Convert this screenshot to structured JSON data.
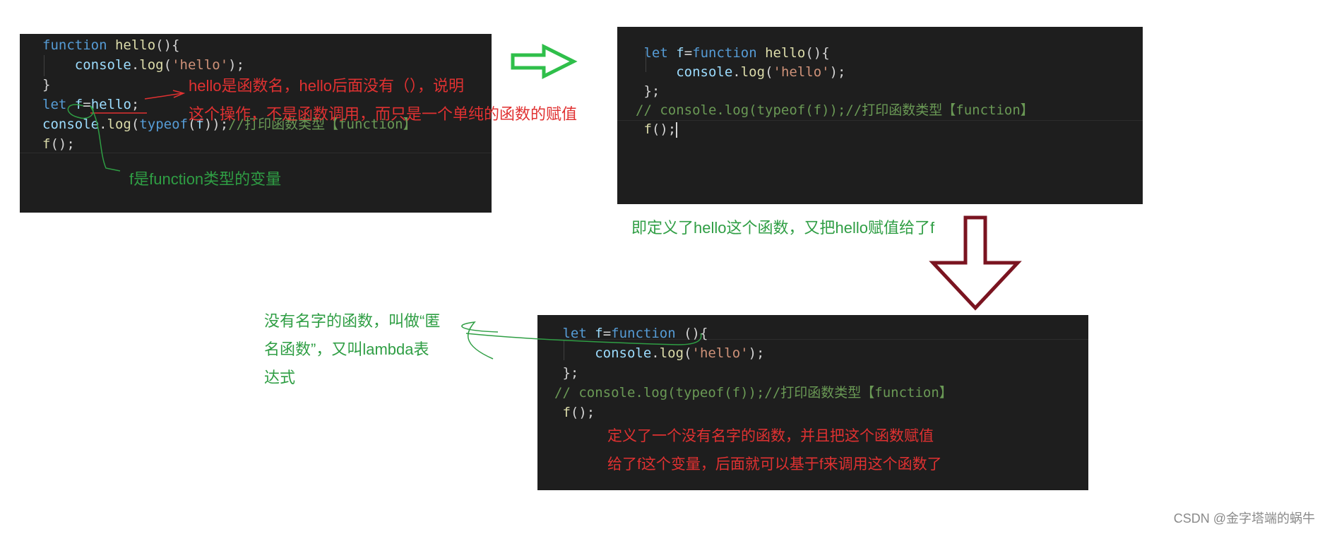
{
  "panel1": {
    "lines": [
      [
        {
          "c": "kw",
          "t": "function"
        },
        {
          "c": "",
          "t": " "
        },
        {
          "c": "fn",
          "t": "hello"
        },
        {
          "c": "",
          "t": "(){"
        }
      ],
      [
        {
          "c": "",
          "t": "    "
        },
        {
          "c": "var",
          "t": "console"
        },
        {
          "c": "",
          "t": "."
        },
        {
          "c": "fn",
          "t": "log"
        },
        {
          "c": "",
          "t": "("
        },
        {
          "c": "str",
          "t": "'hello'"
        },
        {
          "c": "",
          "t": ");"
        }
      ],
      [
        {
          "c": "",
          "t": "}"
        }
      ],
      [
        {
          "c": "kw",
          "t": "let"
        },
        {
          "c": "",
          "t": " "
        },
        {
          "c": "var",
          "t": "f"
        },
        {
          "c": "",
          "t": "="
        },
        {
          "c": "var",
          "t": "hello"
        },
        {
          "c": "",
          "t": ";"
        }
      ],
      [
        {
          "c": "var",
          "t": "console"
        },
        {
          "c": "",
          "t": "."
        },
        {
          "c": "fn",
          "t": "log"
        },
        {
          "c": "",
          "t": "("
        },
        {
          "c": "kw",
          "t": "typeof"
        },
        {
          "c": "",
          "t": "("
        },
        {
          "c": "var",
          "t": "f"
        },
        {
          "c": "",
          "t": "));"
        },
        {
          "c": "cm",
          "t": "//打印函数类型【function】"
        }
      ],
      [
        {
          "c": "fn",
          "t": "f"
        },
        {
          "c": "",
          "t": "();"
        }
      ]
    ],
    "note_red_1": "hello是函数名，hello后面没有（），说明",
    "note_red_2": "这个操作，不是函数调用，而只是一个单纯的函数的赋值",
    "note_green": "f是function类型的变量"
  },
  "panel2": {
    "lines": [
      [
        {
          "c": "",
          "t": " "
        },
        {
          "c": "kw",
          "t": "let"
        },
        {
          "c": "",
          "t": " "
        },
        {
          "c": "var",
          "t": "f"
        },
        {
          "c": "",
          "t": "="
        },
        {
          "c": "kw",
          "t": "function"
        },
        {
          "c": "",
          "t": " "
        },
        {
          "c": "fn",
          "t": "hello"
        },
        {
          "c": "",
          "t": "(){"
        }
      ],
      [
        {
          "c": "",
          "t": "     "
        },
        {
          "c": "var",
          "t": "console"
        },
        {
          "c": "",
          "t": "."
        },
        {
          "c": "fn",
          "t": "log"
        },
        {
          "c": "",
          "t": "("
        },
        {
          "c": "str",
          "t": "'hello'"
        },
        {
          "c": "",
          "t": ");"
        }
      ],
      [
        {
          "c": "",
          "t": " };"
        }
      ],
      [
        {
          "c": "cm",
          "t": "// console.log(typeof(f));//打印函数类型【function】"
        }
      ],
      [
        {
          "c": "",
          "t": " "
        },
        {
          "c": "fn",
          "t": "f"
        },
        {
          "c": "",
          "t": "();"
        }
      ]
    ],
    "note_green": "即定义了hello这个函数，又把hello赋值给了f"
  },
  "panel3": {
    "lines": [
      [
        {
          "c": "",
          "t": " "
        },
        {
          "c": "kw",
          "t": "let"
        },
        {
          "c": "",
          "t": " "
        },
        {
          "c": "var",
          "t": "f"
        },
        {
          "c": "",
          "t": "="
        },
        {
          "c": "kw",
          "t": "function"
        },
        {
          "c": "",
          "t": " (){"
        }
      ],
      [
        {
          "c": "",
          "t": "     "
        },
        {
          "c": "var",
          "t": "console"
        },
        {
          "c": "",
          "t": "."
        },
        {
          "c": "fn",
          "t": "log"
        },
        {
          "c": "",
          "t": "("
        },
        {
          "c": "str",
          "t": "'hello'"
        },
        {
          "c": "",
          "t": ");"
        }
      ],
      [
        {
          "c": "",
          "t": " };"
        }
      ],
      [
        {
          "c": "cm",
          "t": "// console.log(typeof(f));//打印函数类型【function】"
        }
      ],
      [
        {
          "c": "",
          "t": " "
        },
        {
          "c": "fn",
          "t": "f"
        },
        {
          "c": "",
          "t": "();"
        }
      ]
    ],
    "note_green_1": "没有名字的函数，叫做“匿",
    "note_green_2": "名函数”，又叫lambda表",
    "note_green_3": "达式",
    "note_red_1": "定义了一个没有名字的函数，并且把这个函数赋值",
    "note_red_2": "给了f这个变量，后面就可以基于f来调用这个函数了"
  },
  "watermark": "CSDN @金字塔端的蜗牛",
  "colors": {
    "green_arrow": "#2fbf4a",
    "red_arrow": "#7a1420"
  }
}
